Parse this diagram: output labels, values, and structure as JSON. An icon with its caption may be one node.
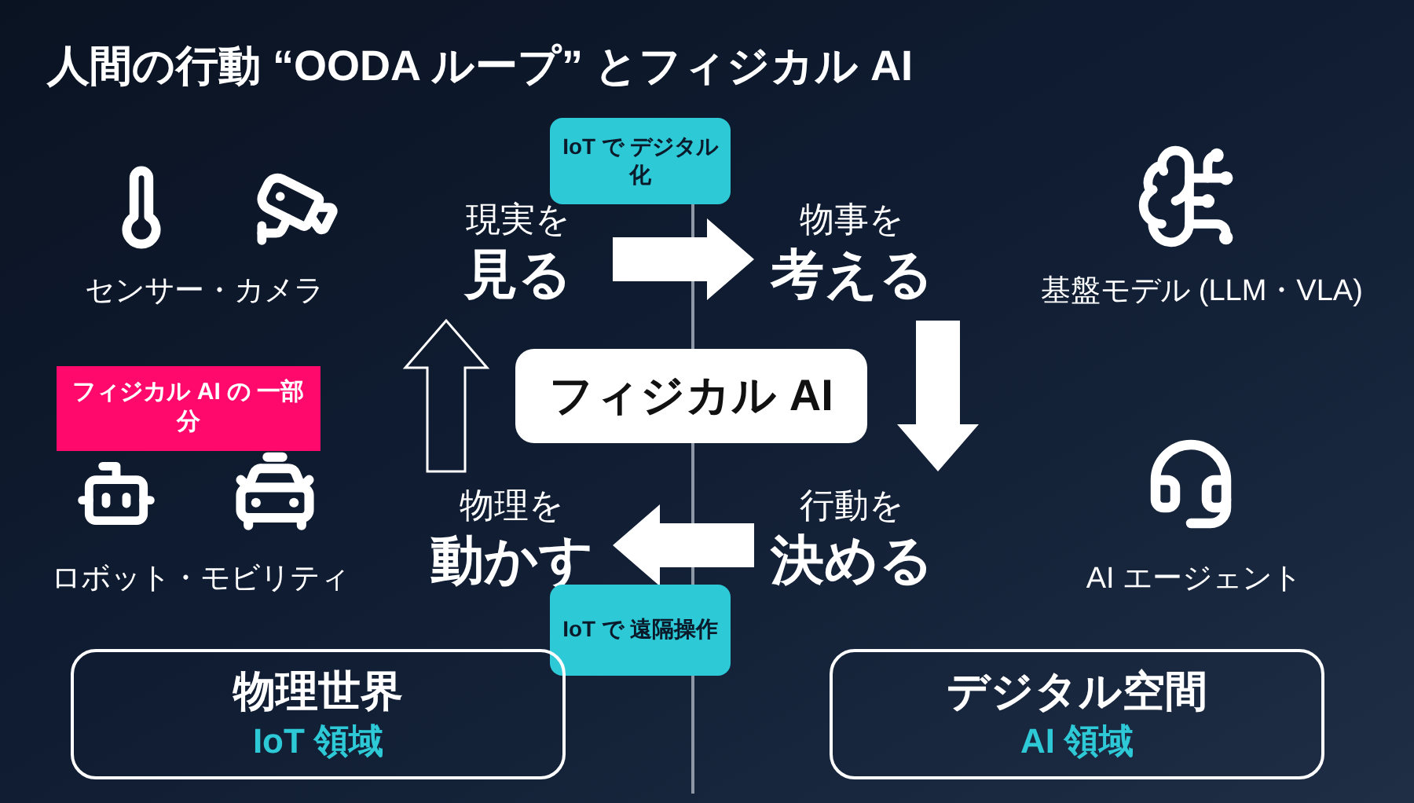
{
  "diagram": {
    "title": "人間の行動 “OODA ループ” とフィジカル AI",
    "nodes": [
      {
        "text": [
          "現実を",
          "見る"
        ]
      },
      {
        "text": [
          "物事を",
          "考える"
        ]
      },
      {
        "text": [
          "行動を",
          "決める"
        ]
      },
      {
        "text": [
          "物理を",
          "動かす"
        ]
      },
      {
        "text": [
          "フィジカル AI"
        ]
      },
      {
        "text": [
          "IoT で デジタル化"
        ]
      },
      {
        "text": [
          "IoT で 遠隔操作"
        ]
      },
      {
        "text": [
          "物理世界",
          "IoT 領域"
        ]
      },
      {
        "text": [
          "デジタル空間",
          "AI 領域"
        ]
      },
      {
        "text": [
          "フィジカル AI の 一部分"
        ]
      }
    ],
    "edges": [
      {
        "from": 0,
        "to": 1,
        "arrow": "to",
        "style": "thick"
      },
      {
        "from": 1,
        "to": 2,
        "arrow": "to",
        "style": "thick"
      },
      {
        "from": 2,
        "to": 3,
        "arrow": "to",
        "style": "thick"
      },
      {
        "from": 3,
        "to": 0,
        "arrow": "to"
      }
    ],
    "labels": [
      "センサー・カメラ",
      "基盤モデル (LLM・VLA)",
      "ロボット・モビリティ",
      "AI エージェント"
    ]
  }
}
